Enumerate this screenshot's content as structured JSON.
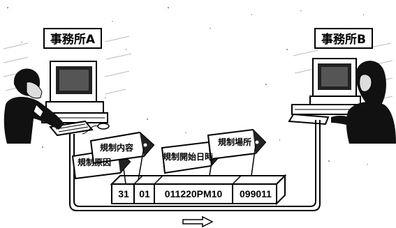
{
  "offices": {
    "a": "事務所A",
    "b": "事務所B"
  },
  "tags": {
    "cause": "規制原因",
    "content": "規制内容",
    "start": "規制開始日時",
    "place": "規制場所"
  },
  "data_cells": [
    "31",
    "01",
    "011220PM10",
    "099011"
  ],
  "icons": {
    "computer": "desktop-computer-icon",
    "person": "person-icon",
    "direction": "right-arrow-icon"
  },
  "colors": {
    "ink": "#000000",
    "paper": "#ffffff",
    "texture": "#888888"
  }
}
